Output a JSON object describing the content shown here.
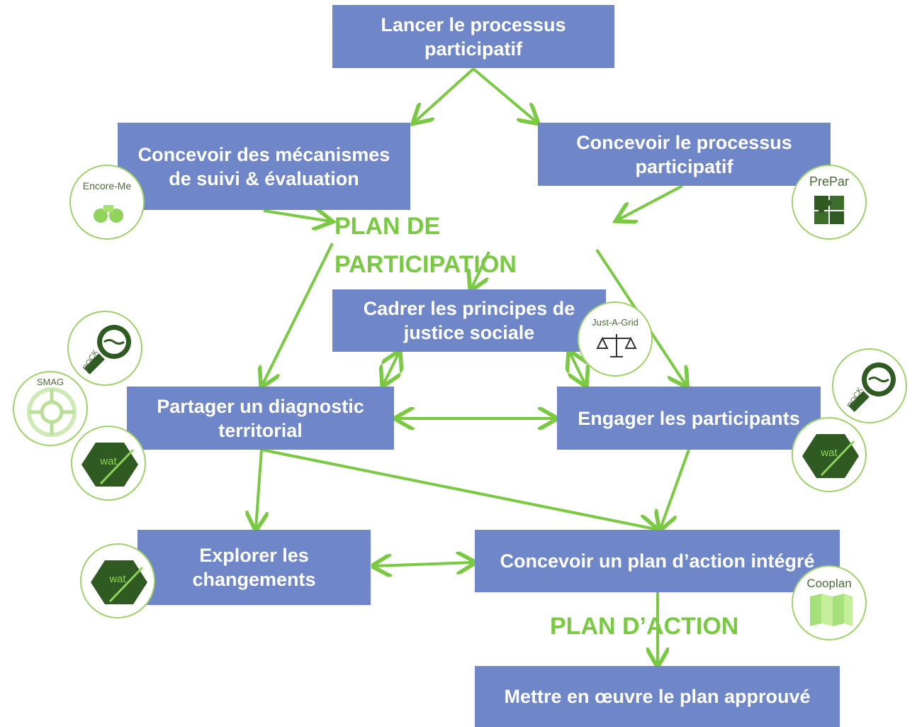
{
  "colors": {
    "box": "#6f87c9",
    "arrow": "#7ac943",
    "plan_text": "#7ac943",
    "badge_border": "#9ed26b"
  },
  "boxes": {
    "lancer": "Lancer le processus participatif",
    "suivi": "Concevoir des mécanismes de suivi & évaluation",
    "concevoir_processus": "Concevoir le processus participatif",
    "cadrer": "Cadrer les principes de justice sociale",
    "diagnostic": "Partager un diagnostic territorial",
    "engager": "Engager les participants",
    "explorer": "Explorer les changements",
    "plan_action": "Concevoir un plan d’action intégré",
    "mettre": "Mettre en œuvre le plan approuvé"
  },
  "labels": {
    "plan_participation_1": "PLAN DE",
    "plan_participation_2": "PARTICIPATION",
    "plan_action": "PLAN D’ACTION"
  },
  "badges": {
    "encore_me": "Encore-Me",
    "prepar": "PrePar",
    "just_a_grid": "Just-A-Grid",
    "cooplan": "Cooplan",
    "smag": "SMAG",
    "rock": "ROCK",
    "wat_a_game": "wat"
  },
  "icons": {
    "encore_me": "binoculars-icon",
    "prepar": "puzzle-icon",
    "just_a_grid": "scales-icon",
    "cooplan": "folded-map-icon",
    "smag": "swirl-icon",
    "rock": "magnifier-icon",
    "wat_a_game": "hexagon-icon"
  }
}
